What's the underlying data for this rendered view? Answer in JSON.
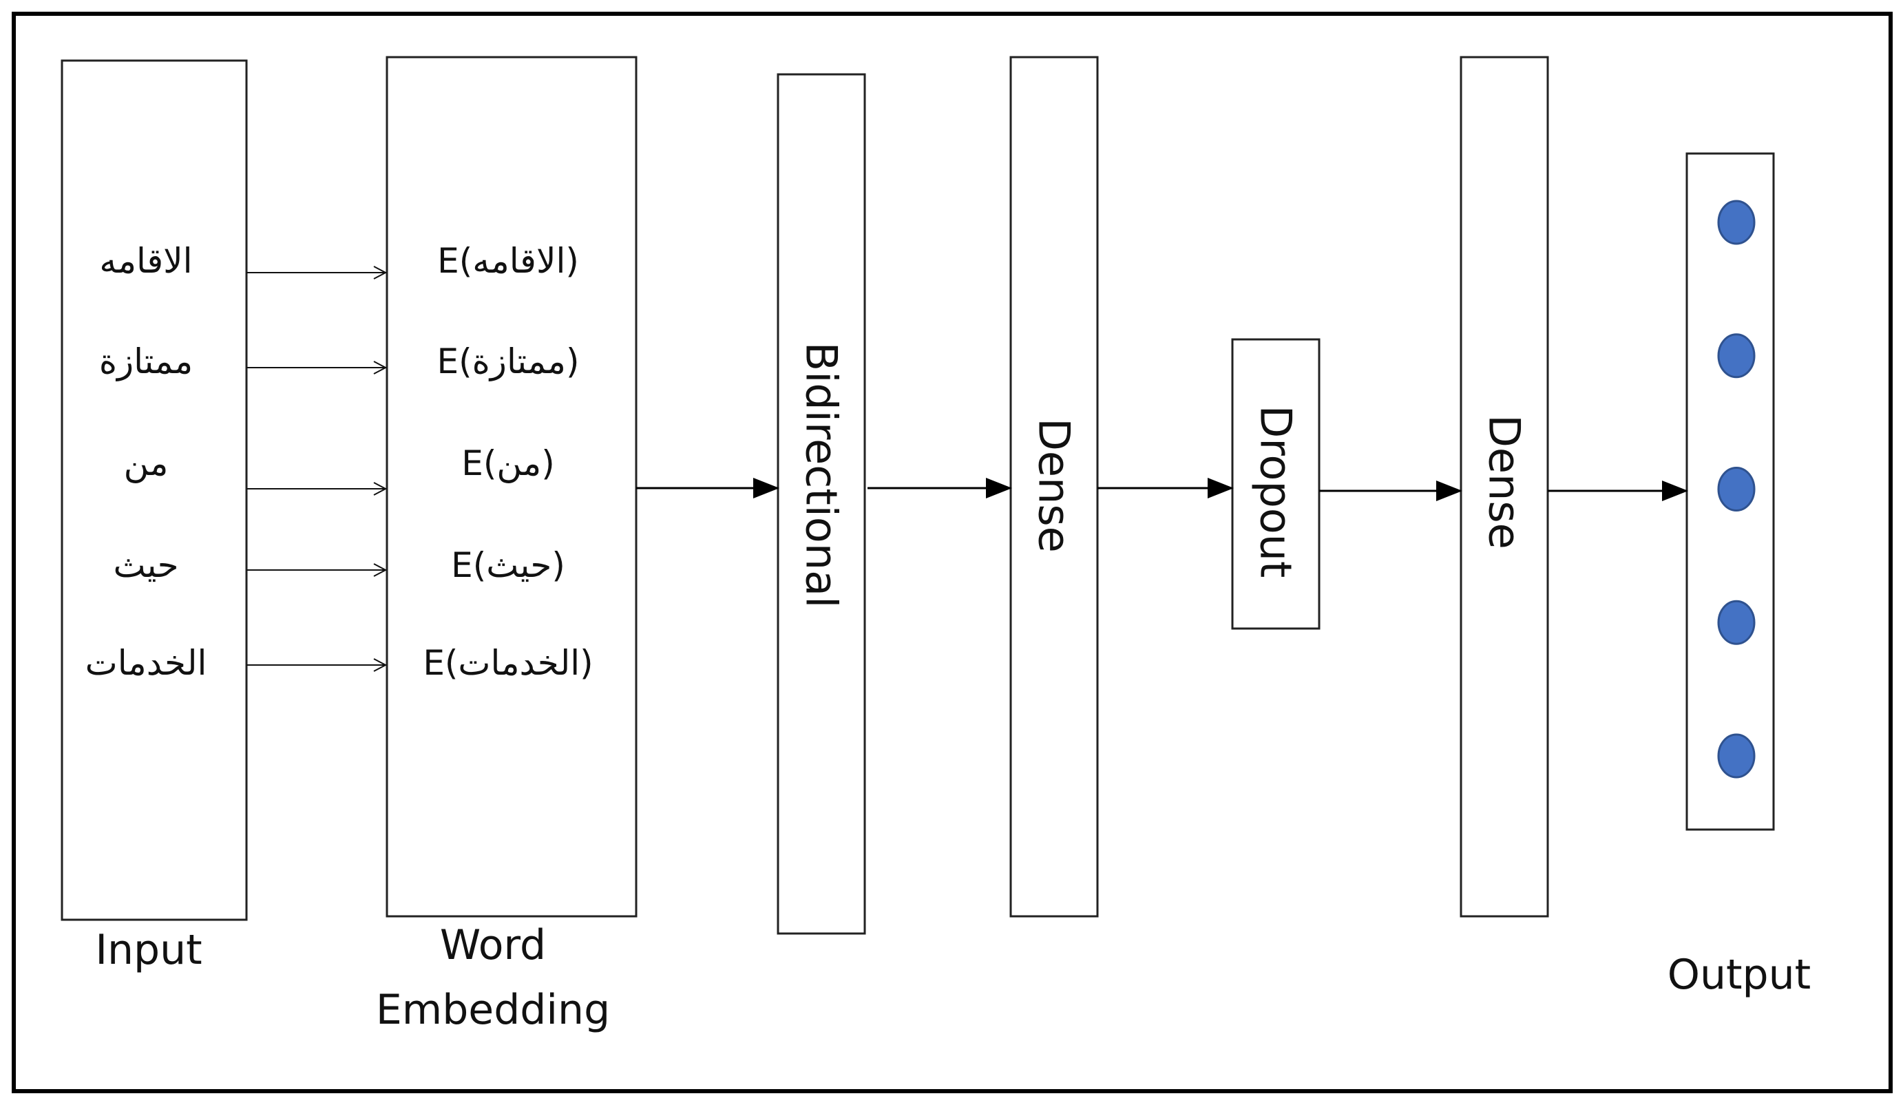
{
  "input": {
    "words": [
      "الاقامه",
      "ممتازة",
      "من",
      "حيث",
      "الخدمات"
    ],
    "label": "Input"
  },
  "embedding": {
    "items": [
      "E(الاقامه)",
      "E(ممتازة)",
      "E(من)",
      "E(حيث)",
      "E(الخدمات)"
    ],
    "label_line1": "Word",
    "label_line2": "Embedding"
  },
  "layers": {
    "bidirectional": "Bidirectional",
    "dense1": "Dense",
    "dropout": "Dropout",
    "dense2": "Dense"
  },
  "output": {
    "label": "Output",
    "node_count": 5,
    "node_color": "#4472C4"
  }
}
